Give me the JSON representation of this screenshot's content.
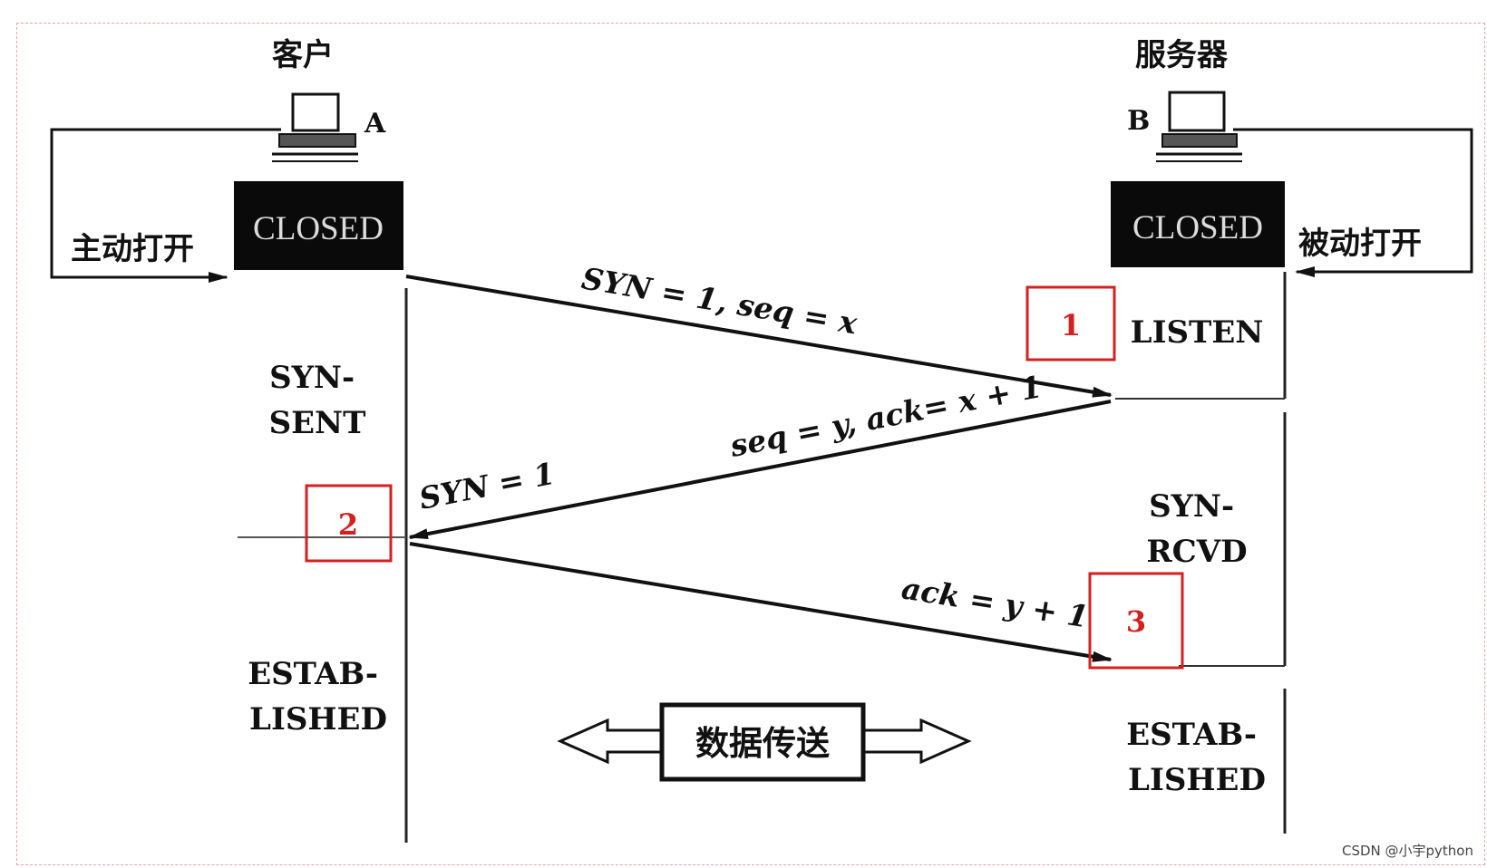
{
  "client": {
    "title": "客户",
    "host_letter": "A",
    "closed_label": "CLOSED",
    "open_label": "主动打开",
    "state_syn_sent": [
      "SYN-",
      "SENT"
    ],
    "state_established": [
      "ESTAB-",
      "LISHED"
    ]
  },
  "server": {
    "title": "服务器",
    "host_letter": "B",
    "closed_label": "CLOSED",
    "open_label": "被动打开",
    "state_listen": "LISTEN",
    "state_syn_rcvd": [
      "SYN-",
      "RCVD"
    ],
    "state_established": [
      "ESTAB-",
      "LISHED"
    ]
  },
  "messages": {
    "first": "SYN = 1, seq = x",
    "second_line1": "seq = y, ack= x + 1",
    "second_line2": "SYN = 1",
    "third": "ack = y + 1"
  },
  "steps": [
    "1",
    "2",
    "3"
  ],
  "data_transfer": "数据传送",
  "watermark": "CSDN @小宇python",
  "colors": {
    "annotation_red": "#d42020",
    "frame_dashed": "#f0a0a8",
    "ink": "#111111"
  }
}
